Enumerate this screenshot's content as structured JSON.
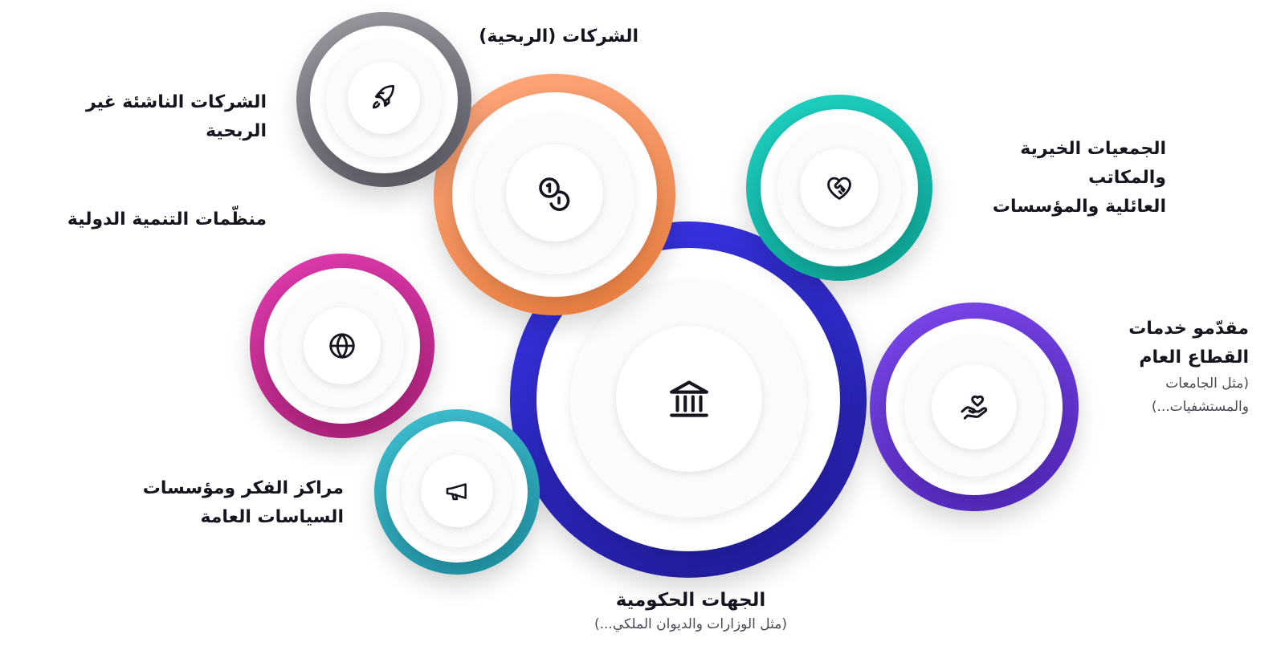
{
  "nodes": {
    "government": {
      "title": "الجهات الحكومية",
      "subtitle": "(مثل الوزارات والديوان الملكي...)",
      "icon": "bank-columns-icon",
      "color_from": "#3b35ea",
      "color_to": "#1e1a92"
    },
    "public_services": {
      "title": "مقدّمو خدمات\nالقطاع العام",
      "subtitle": "(مثل الجامعات\nوالمستشفيات...)",
      "icon": "hand-heart-icon",
      "color_from": "#7c48ec",
      "color_to": "#4e25b4"
    },
    "charities": {
      "title": "الجمعيات الخيرية\nوالمكاتب\nالعائلية والمؤسسات",
      "icon": "heart-handshake-icon",
      "color_from": "#1fd3c4",
      "color_to": "#0c9d8f"
    },
    "corporations": {
      "title": "الشركات (الربحية)",
      "icon": "coins-icon",
      "color_from": "#ffa97f",
      "color_to": "#e67a3c"
    },
    "startups": {
      "title": "الشركات الناشئة غير\nالربحية",
      "icon": "rocket-icon",
      "color_from": "#9c9ca3",
      "color_to": "#555560"
    },
    "development_orgs": {
      "title": "منظّمات التنمية الدولية",
      "icon": "globe-icon",
      "color_from": "#e23cb0",
      "color_to": "#a51f74"
    },
    "think_tanks": {
      "title": "مراكز الفكر ومؤسسات\nالسياسات العامة",
      "icon": "megaphone-icon",
      "color_from": "#3fc0d1",
      "color_to": "#1e8d9e"
    }
  }
}
